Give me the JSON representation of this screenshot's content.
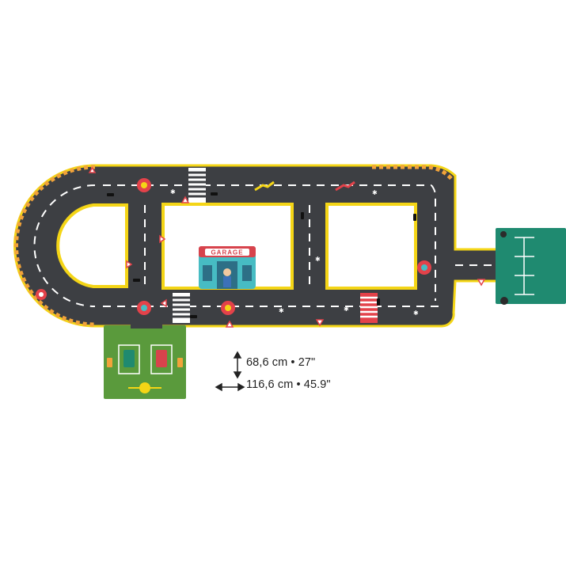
{
  "product": {
    "garage_sign": "GARAGE",
    "height_label": "68,6 cm • 27\"",
    "width_label": "116,6 cm • 45.9\""
  },
  "colors": {
    "road": "#3d3f43",
    "road_edge": "#f4d516",
    "lane_marking": "#ffffff",
    "grass_green": "#5a9a3c",
    "teal_pad": "#1f8a70",
    "crosswalk_red": "#e3424a",
    "garage_red": "#d7434c",
    "garage_teal": "#47bcc3",
    "hazard_orange": "#f2a33a"
  },
  "icons": [
    "height-arrow-icon",
    "width-arrow-icon",
    "traffic-light-icon",
    "roundabout-sign-icon",
    "warning-sign-icon",
    "crosswalk-icon",
    "charging-station-icon"
  ]
}
